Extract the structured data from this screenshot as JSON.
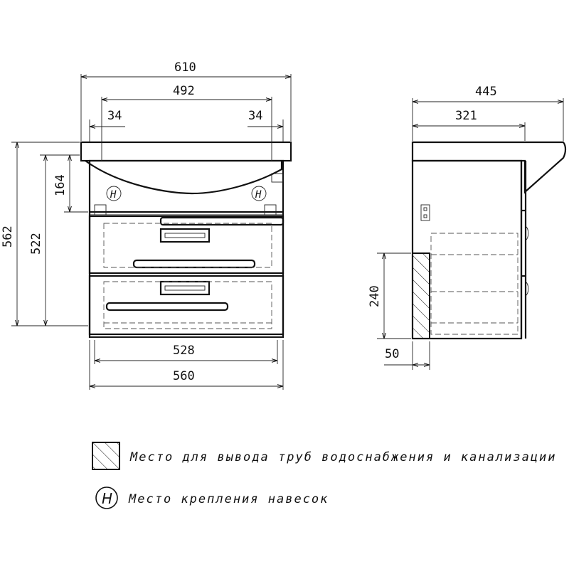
{
  "front_view": {
    "dimensions": {
      "overall_width": "610",
      "basin_width": "492",
      "left_offset": "34",
      "right_offset": "34",
      "total_height": "562",
      "body_height": "522",
      "top_height": "164",
      "inner_width": "528",
      "bottom_width": "560"
    },
    "hanger_marker": "H"
  },
  "side_view": {
    "dimensions": {
      "overall_depth": "445",
      "body_depth": "321",
      "pipe_zone_height": "240",
      "pipe_zone_offset": "50"
    }
  },
  "legend": {
    "pipe_zone": {
      "text": "Место для вывода труб водоснабжения и канализации",
      "icon": "hatched-square-icon"
    },
    "hanger": {
      "symbol": "H",
      "text": "Место крепления навесок",
      "icon": "circled-h-icon"
    }
  }
}
